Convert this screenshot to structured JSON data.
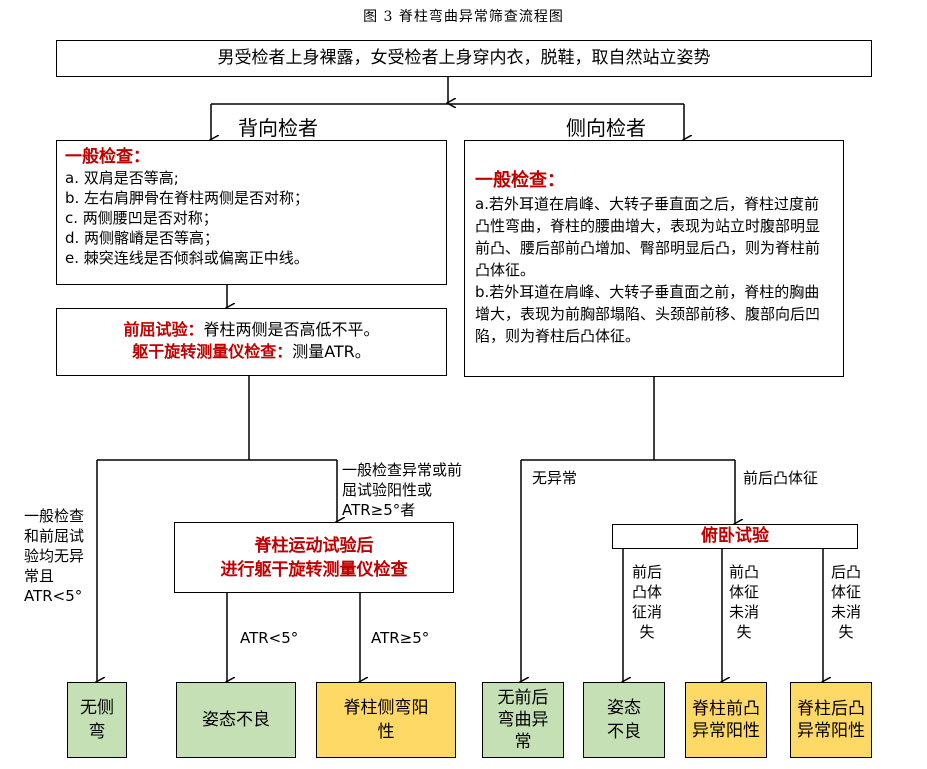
{
  "title": "图 3  脊柱弯曲异常筛查流程图",
  "top_box": "男受检者上身裸露，女受检者上身穿内衣，脱鞋，取自然站立姿势",
  "back": {
    "label": "背向检者",
    "general_title": "一般检查：",
    "items": [
      "a. 双肩是否等高;",
      "b. 左右肩胛骨在脊柱两侧是否对称；",
      "c. 两侧腰凹是否对称；",
      "d. 两侧髂嵴是否等高；",
      "e. 棘突连线是否倾斜或偏离正中线。"
    ],
    "forward_bend_title": "前屈试验：",
    "forward_bend_text": "脊柱两侧是否高低不平。",
    "atr_title": "躯干旋转测量仪检查：",
    "atr_text": "测量ATR。",
    "left_branch": "一般检查和前屈试验均无异常且ATR<5°",
    "right_branch": "一般检查异常或前屈试验阳性或ATR≥5°者",
    "motion_test_line1": "脊柱运动试验后",
    "motion_test_line2": "进行躯干旋转测量仪检查",
    "atr_lt5": "ATR<5°",
    "atr_ge5": "ATR≥5°"
  },
  "side": {
    "label": "侧向检者",
    "general_title": "一般检查：",
    "text_a": "a.若外耳道在肩峰、大转子垂直面之后，脊柱过度前凸性弯曲，脊柱的腰曲增大，表现为站立时腹部明显前凸、腰后部前凸增加、臀部明显后凸，则为脊柱前凸体征。",
    "text_b": "b.若外耳道在肩峰、大转子垂直面之前，脊柱的胸曲增大，表现为前胸部塌陷、头颈部前移、腹部向后凹陷，则为脊柱后凸体征。",
    "no_abnormal": "无异常",
    "kyphosis_sign": "前后凸体征",
    "prone_test": "俯卧试验",
    "sub1": "前后凸体征消失",
    "sub2": "前凸体征未消失",
    "sub3": "后凸体征未消失"
  },
  "results": {
    "r1": "无侧弯",
    "r2": "姿态不良",
    "r3": "脊柱侧弯阳性",
    "r4": "无前后弯曲异常",
    "r5": "姿态不良",
    "r6": "脊柱前凸异常阳性",
    "r7": "脊柱后凸异常阳性"
  },
  "colors": {
    "normal": "#c5e0b4",
    "positive": "#ffd966",
    "highlight": "#c00000"
  }
}
